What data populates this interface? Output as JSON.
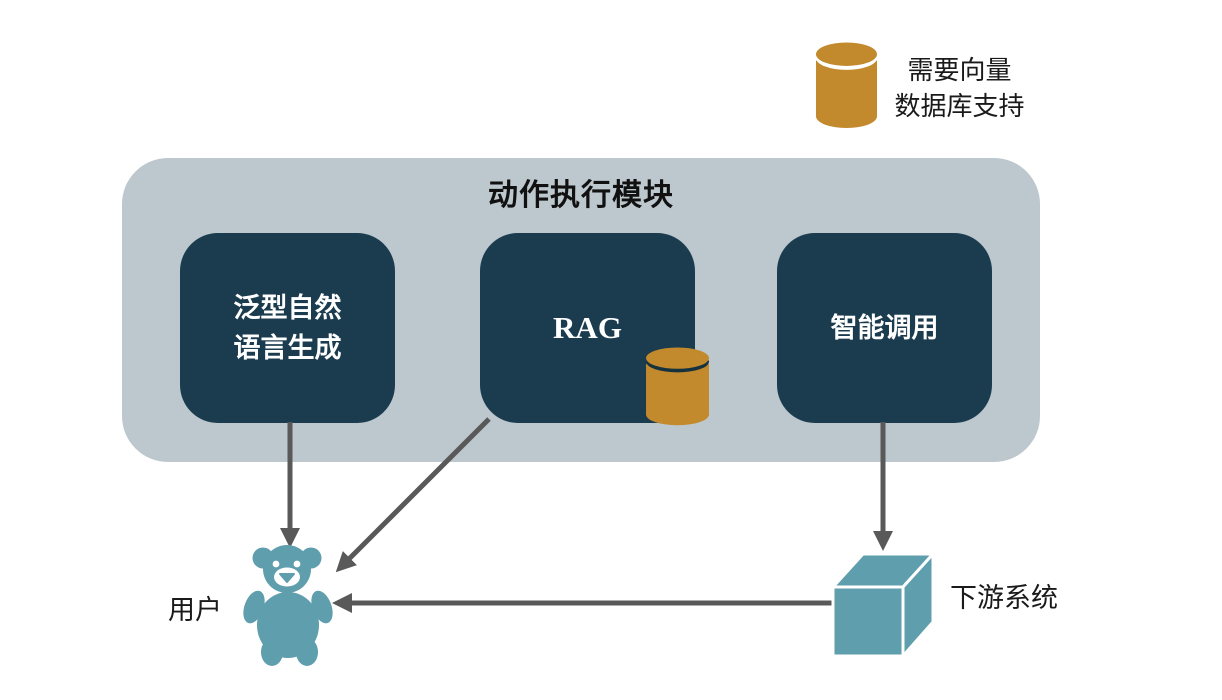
{
  "legend": {
    "icon": "database-cylinder",
    "label": "需要向量\n数据库支持"
  },
  "module": {
    "title": "动作执行模块",
    "boxes": [
      {
        "id": "nlg",
        "label": "泛型自然\n语言生成"
      },
      {
        "id": "rag",
        "label": "RAG",
        "attachment_icon": "database-cylinder"
      },
      {
        "id": "invoke",
        "label": "智能调用"
      }
    ]
  },
  "nodes": {
    "user": {
      "icon": "teddy-bear",
      "label": "用户"
    },
    "downstream": {
      "icon": "cube",
      "label": "下游系统"
    }
  },
  "edges": [
    {
      "from": "nlg",
      "to": "user"
    },
    {
      "from": "rag",
      "to": "user"
    },
    {
      "from": "invoke",
      "to": "downstream"
    },
    {
      "from": "downstream",
      "to": "user"
    }
  ],
  "colors": {
    "container_bg": "#bdc8ce",
    "box_bg": "#1b3c4e",
    "accent_gold": "#c28a2c",
    "teal": "#5f9ead",
    "arrow": "#595959",
    "text_dark": "#1a1a1a",
    "text_light": "#ffffff"
  }
}
